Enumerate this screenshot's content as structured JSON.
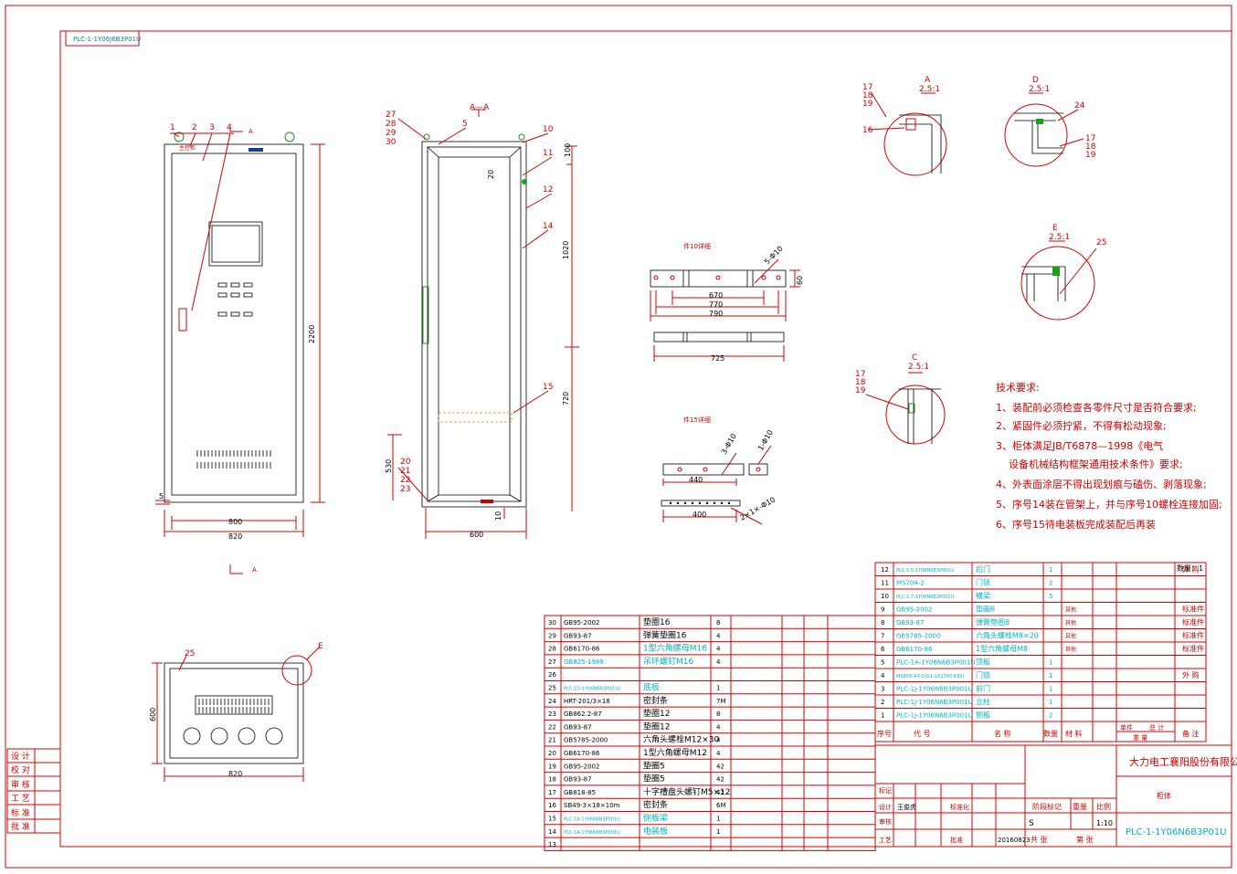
{
  "drawing_code_stamp": "PLC-1-1Y06J6B3P01U",
  "front_view": {
    "labels": [
      "1",
      "2",
      "3",
      "4"
    ],
    "section_mark": "A",
    "panel_label": "主控柜",
    "dims": {
      "width_inner": "800",
      "width_outer": "820",
      "height": "2200",
      "offset": "5"
    }
  },
  "section_view": {
    "title": "A—A",
    "labels_left_top": [
      "27",
      "28",
      "29",
      "30"
    ],
    "labels_left_bottom": [
      "20",
      "21",
      "22",
      "23"
    ],
    "labels_right": [
      "5",
      "10",
      "11",
      "12",
      "14",
      "15"
    ],
    "dims": {
      "d1": "100",
      "d2": "20",
      "d3": "1020",
      "d4": "720",
      "d5": "530",
      "d6": "600",
      "d7": "10"
    }
  },
  "top_view": {
    "label": "25",
    "detail": "E",
    "dim_w": "820",
    "dim_h": "600"
  },
  "part10": {
    "title": "件10详细",
    "hole": "5-Φ10",
    "d_670": "670",
    "d_770": "770",
    "d_790": "790",
    "d_725": "725",
    "d_60": "60"
  },
  "part15": {
    "title": "件15详细",
    "hole1": "3-Φ10",
    "hole2": "1-Φ10",
    "hole3": "2×1×-Φ10",
    "d_440": "440",
    "d_400": "400"
  },
  "details": {
    "A": {
      "name": "A",
      "scale": "2.5:1",
      "l1": "17",
      "l2": "18",
      "l3": "19",
      "l4": "16"
    },
    "D": {
      "name": "D",
      "scale": "2.5:1",
      "l1": "24",
      "l2": "17",
      "l3": "18",
      "l4": "19"
    },
    "E": {
      "name": "E",
      "scale": "2.5:1",
      "l1": "25"
    },
    "C": {
      "name": "C",
      "scale": "2.5:1",
      "l1": "17",
      "l2": "18",
      "l3": "19"
    }
  },
  "tech_req": {
    "title": "技术要求:",
    "items": [
      "1、装配前必须检查各零件尺寸是否符合要求;",
      "2、紧固件必须拧紧，不得有松动现象;",
      "3、柜体满足JB/T6878—1998《电气",
      "设备机械结构框架通用技术条件》要求;",
      "4、外表面涂层不得出现划痕与磕伤、剥落现象;",
      "5、序号14装在管架上，并与序号10螺栓连接加固;",
      "6、序号15待电装板完成装配后再装"
    ]
  },
  "bom_right": {
    "qty_label": "数量：1",
    "rows": [
      {
        "no": "12",
        "code": "PLC-1.5-1Y06N6B3P001U",
        "name": "后门",
        "qty": "1",
        "mat": "",
        "note": "外 购"
      },
      {
        "no": "11",
        "code": "MS704-2",
        "name": "门锁",
        "qty": "2",
        "mat": "",
        "note": ""
      },
      {
        "no": "10",
        "code": "PLC-1.7-1Y06N6B3P001U",
        "name": "横梁",
        "qty": "5",
        "mat": "",
        "note": ""
      },
      {
        "no": "9",
        "code": "GB95-2002",
        "name": "垫圈8",
        "qty": "",
        "mat": "其他",
        "note": "标准件"
      },
      {
        "no": "8",
        "code": "GB93-87",
        "name": "弹簧垫圈8",
        "qty": "",
        "mat": "其他",
        "note": "标准件"
      },
      {
        "no": "7",
        "code": "GB5785-2000",
        "name": "六角头螺栓M8×20",
        "qty": "",
        "mat": "其他",
        "note": "标准件"
      },
      {
        "no": "6",
        "code": "GB6170-86",
        "name": "1型六角螺母M8",
        "qty": "",
        "mat": "其他",
        "note": "标准件"
      },
      {
        "no": "5",
        "code": "PLC-1A-1Y06N6B3P001U",
        "name": "顶板",
        "qty": "1",
        "mat": "",
        "note": ""
      },
      {
        "no": "4",
        "code": "MS808-4-Y-C(G1-1X1700-K01)",
        "name": "门锁",
        "qty": "1",
        "mat": "",
        "note": "外 购"
      },
      {
        "no": "3",
        "code": "PLC-1J-1Y06N6B3P001U",
        "name": "前门",
        "qty": "1",
        "mat": "",
        "note": ""
      },
      {
        "no": "2",
        "code": "PLC-1J-1Y06N6B3P001U",
        "name": "立柱",
        "qty": "1",
        "mat": "",
        "note": ""
      },
      {
        "no": "1",
        "code": "PLC-1J-1Y06N6B3P001U",
        "name": "侧板",
        "qty": "2",
        "mat": "",
        "note": ""
      }
    ],
    "header": {
      "no": "序号",
      "code": "代 号",
      "name": "名 称",
      "qty": "数量",
      "mat": "材 料",
      "unit": "单件",
      "total": "总 计",
      "weight": "重 量",
      "note": "备 注"
    }
  },
  "bom_left": {
    "rows": [
      {
        "no": "30",
        "code": "GB95-2002",
        "name": "垫圈16",
        "qty": "8"
      },
      {
        "no": "29",
        "code": "GB93-87",
        "name": "弹簧垫圈16",
        "qty": "4"
      },
      {
        "no": "28",
        "code": "GB6170-86",
        "name": "1型六角螺母M16",
        "qty": "4"
      },
      {
        "no": "27",
        "code": "GB825-1988",
        "name": "吊环螺钉M16",
        "qty": "4"
      },
      {
        "no": "26",
        "code": "",
        "name": "",
        "qty": ""
      },
      {
        "no": "25",
        "code": "PLC-1D-1Y06N6B3P001U",
        "name": "底板",
        "qty": "1"
      },
      {
        "no": "24",
        "code": "HRT-201/3×18",
        "name": "密封条",
        "qty": "7M"
      },
      {
        "no": "23",
        "code": "GB862.2-87",
        "name": "垫圈12",
        "qty": "8"
      },
      {
        "no": "22",
        "code": "GB93-87",
        "name": "垫圈12",
        "qty": "4"
      },
      {
        "no": "21",
        "code": "GB5785-2000",
        "name": "六角头螺栓M12×30",
        "qty": "4"
      },
      {
        "no": "20",
        "code": "GB6170-86",
        "name": "1型六角螺母M12",
        "qty": "4"
      },
      {
        "no": "19",
        "code": "GB95-2002",
        "name": "垫圈5",
        "qty": "42"
      },
      {
        "no": "18",
        "code": "GB93-87",
        "name": "垫圈5",
        "qty": "42"
      },
      {
        "no": "17",
        "code": "GB818-85",
        "name": "十字槽盘头螺钉M5×12",
        "qty": "42"
      },
      {
        "no": "16",
        "code": "SB49-3×18×10m",
        "name": "密封条",
        "qty": "6M"
      },
      {
        "no": "15",
        "code": "PLC-1A-1Y06N6B3P001U",
        "name": "侧板梁",
        "qty": "1"
      },
      {
        "no": "14",
        "code": "PLC-1A-1Y06N6B3P001U",
        "name": "电装板",
        "qty": "1"
      },
      {
        "no": "13",
        "code": "",
        "name": "",
        "qty": ""
      }
    ]
  },
  "title_block": {
    "company": "大力电工襄阳股份有限公司",
    "part_name": "柜体",
    "drawing_no": "PLC-1-1Y06N6B3P01U",
    "scale": "1:10",
    "stage": "S",
    "stage_label": "阶段标记",
    "weight_label": "重量",
    "scale_label": "比例",
    "sheets_label": "共 张",
    "sheet_label": "第 张",
    "date": "20160823",
    "rows_left": [
      "标记",
      "设计",
      "审核",
      "工艺"
    ],
    "designer": "王俊虎",
    "approve_label": "批准",
    "std_label": "标准化"
  },
  "sign_block": [
    "设 计",
    "校 对",
    "审 核",
    "工 艺",
    "标 准",
    "批 准"
  ]
}
